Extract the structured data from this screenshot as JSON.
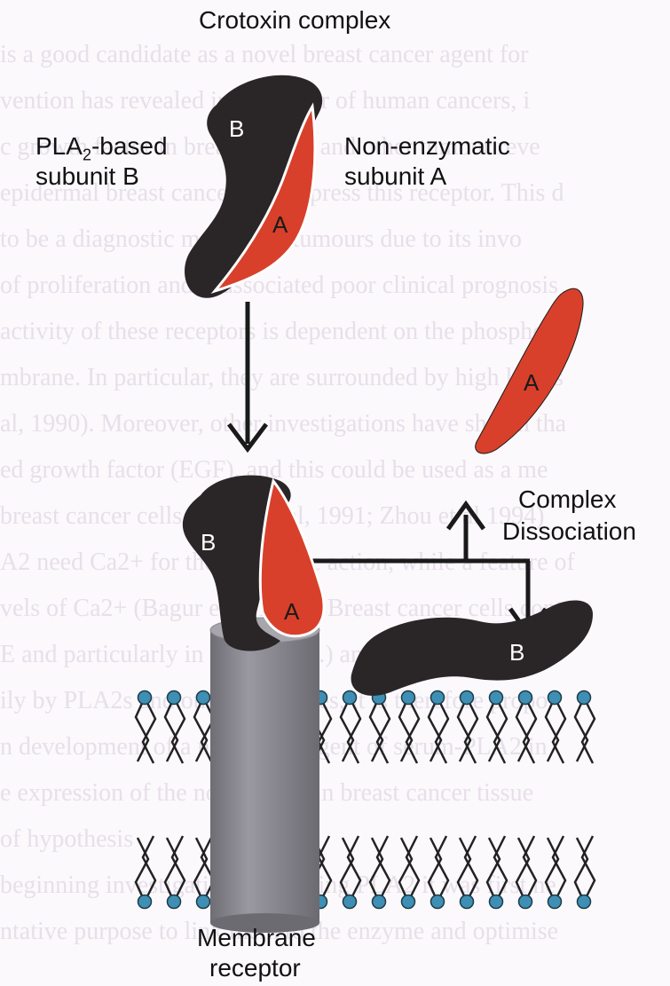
{
  "labels": {
    "complex_title": "Crotoxin complex",
    "subunit_b_line1": "PLA",
    "subunit_b_sub": "2",
    "subunit_b_line1_suffix": "-based",
    "subunit_b_line2": "subunit B",
    "subunit_a_line1": "Non-enzymatic",
    "subunit_a_line2": "subunit A",
    "dissociation_line1": "Complex",
    "dissociation_line2": "Dissociation",
    "receptor_line1": "Membrane",
    "receptor_line2": "receptor",
    "letter_a": "A",
    "letter_b": "B"
  },
  "colors": {
    "subunit_b": "#2a2628",
    "subunit_a": "#d8402b",
    "receptor": "#85838a",
    "lipid_head": "#3f8fb4",
    "arrow": "#1a1a1a"
  },
  "background_text": [
    "is a good candidate as a novel breast cancer agent for",
    "vention has revealed in a number of human cancers, i",
    "c growth factor in breast cancer and other tumour reve",
    "epidermal breast cancer overexpress this receptor. This d",
    "to be a diagnostic marker for tumours due to its invo",
    "of proliferation and is associated poor clinical prognosis",
    "activity of these receptors is dependent on the phospholi",
    "mbrane. In particular, they are surrounded by high levels",
    "al, 1990). Moreover, other investigations have shown tha",
    "ed growth factor (EGF), and this could be used as a me",
    "breast cancer cells (Ogata et al, 1991; Zhou et al 1994)",
    "A2 need Ca2+ for their catalytic action, while a feature of",
    "vels of Ca2+ (Bagur et al 1994). Breast cancer cells conta",
    "E and particularly in (Serin et al.) and these re",
    "ily by PLA2s and other molecules, it is therefore propo",
    "n development of a new novel agent of serum-PLA2 in",
    "e expression of the novel agent in breast cancer tissue",
    "of hypothesis",
    "beginning investigative work using PLA2 it was first ne",
    "ntative purpose to link them to the enzyme and optimise"
  ]
}
